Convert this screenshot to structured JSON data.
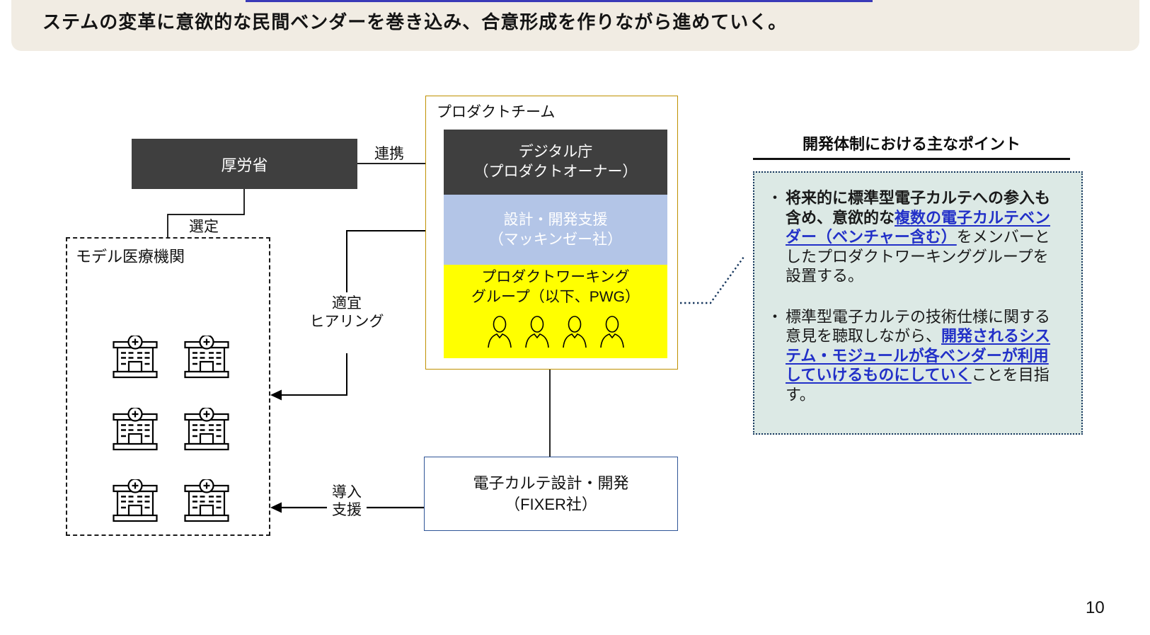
{
  "colors": {
    "banner_bg": "#F1ECE3",
    "top_link_underline": "#3A3AB8",
    "dark_box": "#3F3F3F",
    "support_box": "#B3C5E7",
    "pwg_box": "#FFFF00",
    "team_border": "#BF9000",
    "fixer_border": "#2F5597",
    "panel_bg": "#DCE9E5",
    "panel_border": "#17375E",
    "link": "#2230C8"
  },
  "banner": {
    "text": "ステムの変革に意欲的な民間ベンダーを巻き込み、合意形成を作りながら進めていく。"
  },
  "diagram": {
    "mhlw": {
      "label": "厚労省"
    },
    "renkei_label": "連携",
    "sentei_label": "選定",
    "product_team": {
      "label": "プロダクトチーム",
      "digital": {
        "line1": "デジタル庁",
        "line2": "（プロダクトオーナー）"
      },
      "support": {
        "line1": "設計・開発支援",
        "line2": "（マッキンゼー社）"
      },
      "pwg": {
        "line1": "プロダクトワーキング",
        "line2": "グループ（以下、PWG）"
      }
    },
    "model_institutions": {
      "label": "モデル医療機関"
    },
    "hearing_label": {
      "line1": "適宜",
      "line2": "ヒアリング"
    },
    "fixer": {
      "line1": "電子カルテ設計・開発",
      "line2": "（FIXER社）"
    },
    "donyu_label": {
      "line1": "導入",
      "line2": "支援"
    }
  },
  "points": {
    "title": "開発体制における主なポイント",
    "bullets": [
      {
        "segments": [
          {
            "style": "bold",
            "text": "将来的に標準型電子カルテへの参入も含め、意欲的な"
          },
          {
            "style": "link",
            "text": "複数の電子カルテベンダー（ベンチャー含む）"
          },
          {
            "style": "normal",
            "text": "をメンバーとしたプロダクトワーキンググループを設置する。"
          }
        ]
      },
      {
        "segments": [
          {
            "style": "normal",
            "text": "標準型電子カルテの技術仕様に関する意見を聴取しながら、"
          },
          {
            "style": "link",
            "text": "開発されるシステム・モジュールが各ベンダーが利用していけるものにしていく"
          },
          {
            "style": "normal",
            "text": "ことを目指す。"
          }
        ]
      }
    ]
  },
  "page_number": "10"
}
